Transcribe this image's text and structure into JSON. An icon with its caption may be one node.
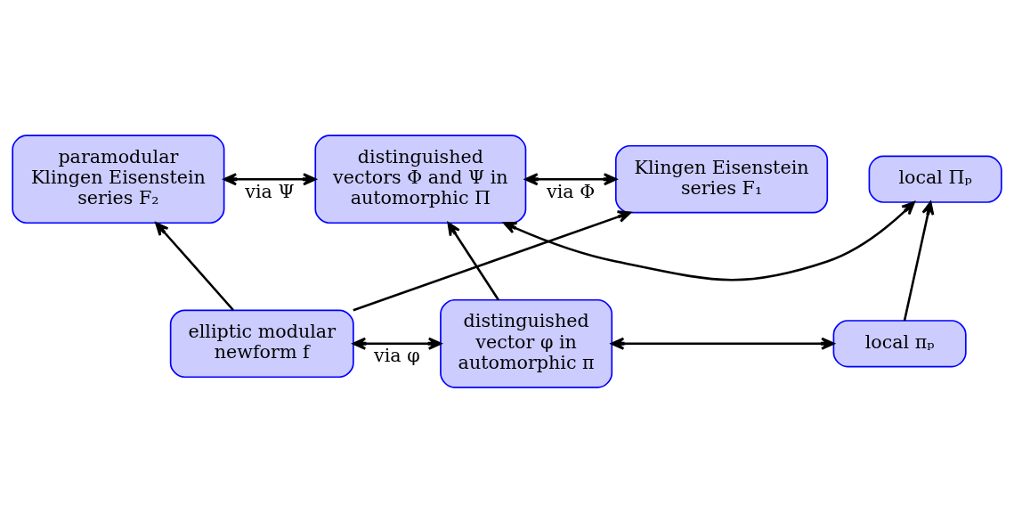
{
  "diagram": {
    "nodes": [
      {
        "text": [
          "Klingen Eisenstein series F₁"
        ]
      },
      {
        "text": [
          "paramodular Klingen Eisenstein series F₂"
        ]
      },
      {
        "text": [
          "distinguished vectors Φ and Ψ in automorphic Π"
        ]
      },
      {
        "text": [
          "local Πₚ"
        ]
      },
      {
        "text": [
          "elliptic modular newform f"
        ]
      },
      {
        "text": [
          "distinguished vector φ in automorphic π"
        ]
      },
      {
        "text": [
          "local πₚ"
        ]
      }
    ],
    "edges": [
      {
        "from": 2,
        "to": 0,
        "arrow": "both",
        "label": "via Φ"
      },
      {
        "from": 1,
        "to": 2,
        "arrow": "both",
        "label": "via Ψ"
      },
      {
        "from": 4,
        "to": 0,
        "arrow": "to"
      },
      {
        "from": 4,
        "to": 1,
        "arrow": "to"
      },
      {
        "from": 4,
        "to": 5,
        "arrow": "both",
        "label": "via φ"
      },
      {
        "from": 5,
        "to": 2,
        "arrow": "to"
      },
      {
        "from": 2,
        "to": 3,
        "arrow": "both"
      },
      {
        "from": 5,
        "to": 6,
        "arrow": "both"
      },
      {
        "from": 6,
        "to": 3,
        "arrow": "to"
      }
    ]
  }
}
